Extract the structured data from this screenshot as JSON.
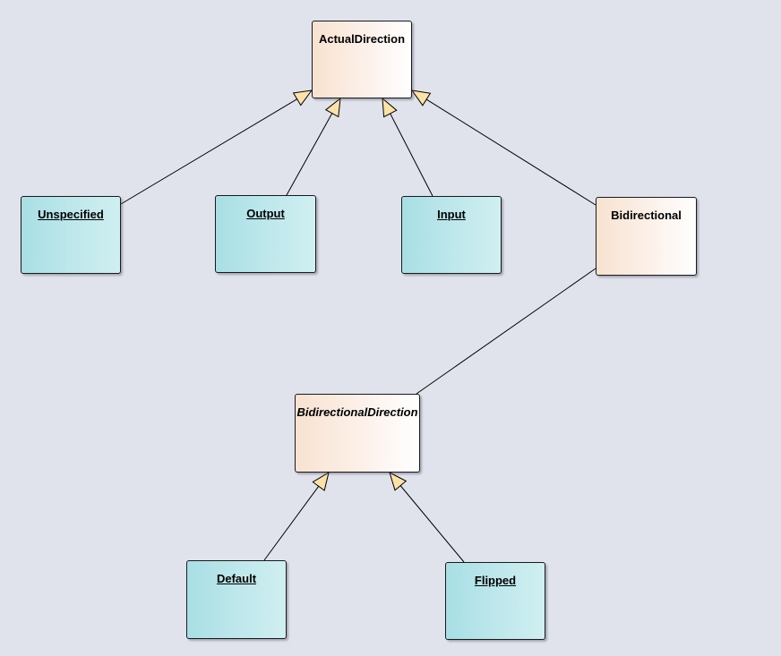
{
  "diagram": {
    "nodes": [
      {
        "id": "actual_direction",
        "label": "ActualDirection",
        "kind": "class"
      },
      {
        "id": "unspecified",
        "label": "Unspecified",
        "kind": "object"
      },
      {
        "id": "output",
        "label": "Output",
        "kind": "object"
      },
      {
        "id": "input",
        "label": "Input",
        "kind": "object"
      },
      {
        "id": "bidirectional",
        "label": "Bidirectional",
        "kind": "class"
      },
      {
        "id": "bidirectional_direction",
        "label": "BidirectionalDirection",
        "kind": "abstract-class"
      },
      {
        "id": "default",
        "label": "Default",
        "kind": "object"
      },
      {
        "id": "flipped",
        "label": "Flipped",
        "kind": "object"
      }
    ],
    "edges": [
      {
        "from": "unspecified",
        "to": "actual_direction",
        "type": "generalization"
      },
      {
        "from": "output",
        "to": "actual_direction",
        "type": "generalization"
      },
      {
        "from": "input",
        "to": "actual_direction",
        "type": "generalization"
      },
      {
        "from": "bidirectional",
        "to": "actual_direction",
        "type": "generalization"
      },
      {
        "from": "bidirectional_direction",
        "to": "bidirectional",
        "type": "association"
      },
      {
        "from": "default",
        "to": "bidirectional_direction",
        "type": "generalization"
      },
      {
        "from": "flipped",
        "to": "bidirectional_direction",
        "type": "generalization"
      }
    ]
  },
  "colors": {
    "background": "#e1e3ec",
    "class_fill": "#f8e2d0",
    "object_fill": "#a8dfe4",
    "arrowhead_fill": "#fde2a8",
    "line": "#000000"
  }
}
